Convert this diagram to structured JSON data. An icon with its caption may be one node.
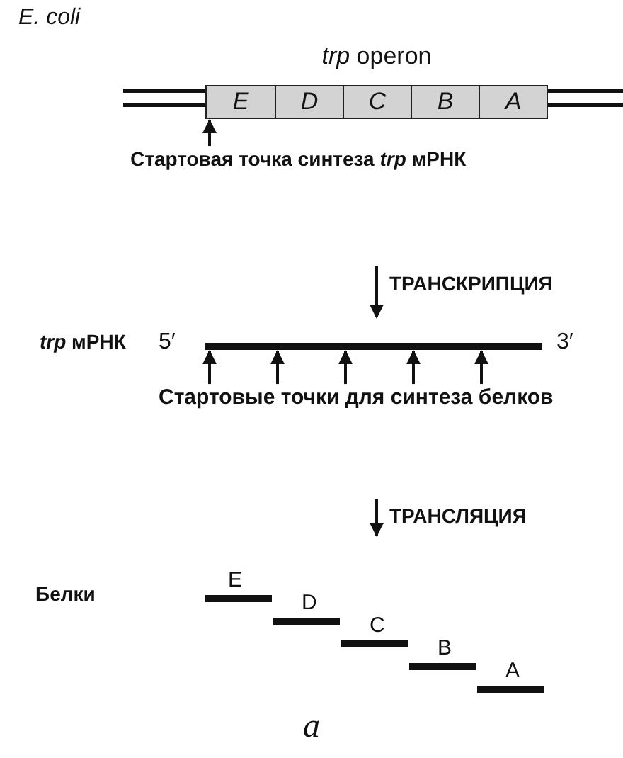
{
  "diagram": {
    "caption": "a",
    "nodes": [
      {
        "text": [
          "*trp* operon"
        ]
      },
      {
        "text": [
          "E"
        ],
        "in": 0
      },
      {
        "text": [
          "D"
        ],
        "in": 0
      },
      {
        "text": [
          "C"
        ],
        "in": 0
      },
      {
        "text": [
          "B"
        ],
        "in": 0
      },
      {
        "text": [
          "A"
        ],
        "in": 0
      },
      {
        "text": [
          "Стартовая точка синтеза *trp* мРНК"
        ]
      },
      {
        "text": [],
        "shape": "bar",
        "beside": [
          "5′",
          "3′"
        ]
      },
      {
        "text": [
          "Стартовые точки для синтеза белков"
        ]
      },
      {
        "text": [
          "E"
        ]
      },
      {
        "text": [
          "D"
        ]
      },
      {
        "text": [
          "C"
        ]
      },
      {
        "text": [
          "B"
        ]
      },
      {
        "text": [
          "A"
        ]
      }
    ],
    "edges": [
      {
        "from": 6,
        "to": 0,
        "arrow": "to"
      },
      {
        "from": 8,
        "to": 7,
        "arrow": "to"
      },
      {
        "from": 8,
        "to": 7,
        "arrow": "to"
      },
      {
        "from": 8,
        "to": 7,
        "arrow": "to"
      },
      {
        "from": 8,
        "to": 7,
        "arrow": "to"
      },
      {
        "from": 8,
        "to": 7,
        "arrow": "to"
      }
    ],
    "labels": [
      "E. coli",
      "ТРАНСКРИПЦИЯ",
      "*trp* мРНК",
      "ТРАНСЛЯЦИЯ",
      "Белки"
    ]
  }
}
